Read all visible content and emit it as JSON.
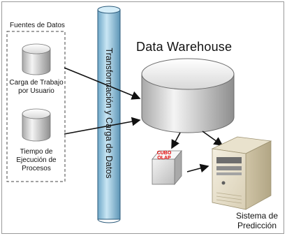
{
  "sources": {
    "title": "Fuentes de Datos",
    "item1": "Carga de Trabajo\npor Usuario",
    "item2": "Tiempo de\nEjecución de\nProcesos"
  },
  "pipe": {
    "label": "Transformación y Carga de Datos"
  },
  "warehouse": {
    "title": "Data Warehouse"
  },
  "cube": {
    "label": "CUBO\nOLAP"
  },
  "prediction": {
    "label": "Sistema de\nPredicción"
  },
  "colors": {
    "pipe_fill": "#a9d4ea",
    "pipe_stroke": "#2b5a7a",
    "cylinder_fill": "#e6e6e6",
    "cube_label": "#e00000",
    "arrow": "#111111"
  },
  "icons": [
    "database-cylinder-icon",
    "olap-cube-icon",
    "server-tower-icon"
  ]
}
